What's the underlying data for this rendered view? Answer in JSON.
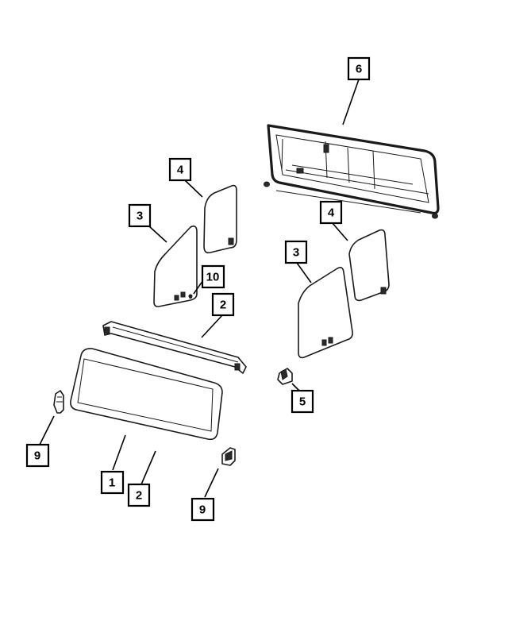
{
  "callouts": [
    {
      "id": "c6",
      "label": "6"
    },
    {
      "id": "c4a",
      "label": "4"
    },
    {
      "id": "c3a",
      "label": "3"
    },
    {
      "id": "c10",
      "label": "10"
    },
    {
      "id": "c2a",
      "label": "2"
    },
    {
      "id": "c4b",
      "label": "4"
    },
    {
      "id": "c3b",
      "label": "3"
    },
    {
      "id": "c5",
      "label": "5"
    },
    {
      "id": "c9a",
      "label": "9"
    },
    {
      "id": "c1",
      "label": "1"
    },
    {
      "id": "c2b",
      "label": "2"
    },
    {
      "id": "c9b",
      "label": "9"
    }
  ]
}
